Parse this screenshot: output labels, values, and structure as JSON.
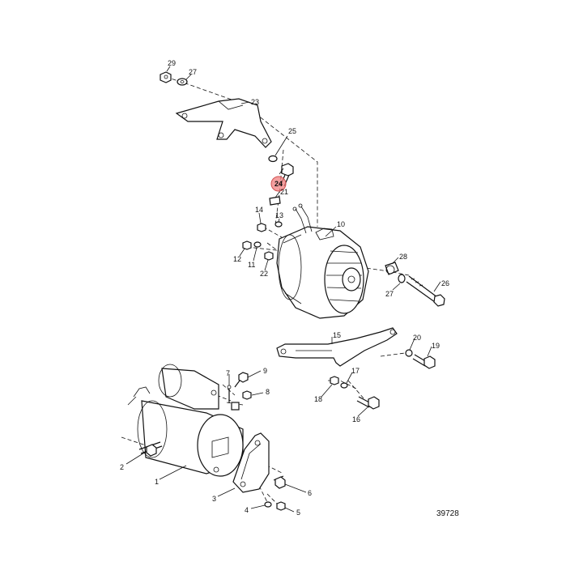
{
  "diagram": {
    "figure_number": "39728",
    "highlight_color": "#f08080",
    "highlighted_callout": "24",
    "callouts": {
      "c1": "1",
      "c2": "2",
      "c3": "3",
      "c4": "4",
      "c5": "5",
      "c6": "6",
      "c7": "7",
      "c8": "8",
      "c9": "9",
      "c10": "10",
      "c11": "11",
      "c12": "12",
      "c13": "13",
      "c14": "14",
      "c15": "15",
      "c16": "16",
      "c17": "17",
      "c18": "18",
      "c19": "19",
      "c20": "20",
      "c21": "21",
      "c22": "22",
      "c23": "23",
      "c24": "24",
      "c25": "25",
      "c26": "26",
      "c27a": "27",
      "c27b": "27",
      "c28": "28",
      "c29": "29"
    }
  }
}
